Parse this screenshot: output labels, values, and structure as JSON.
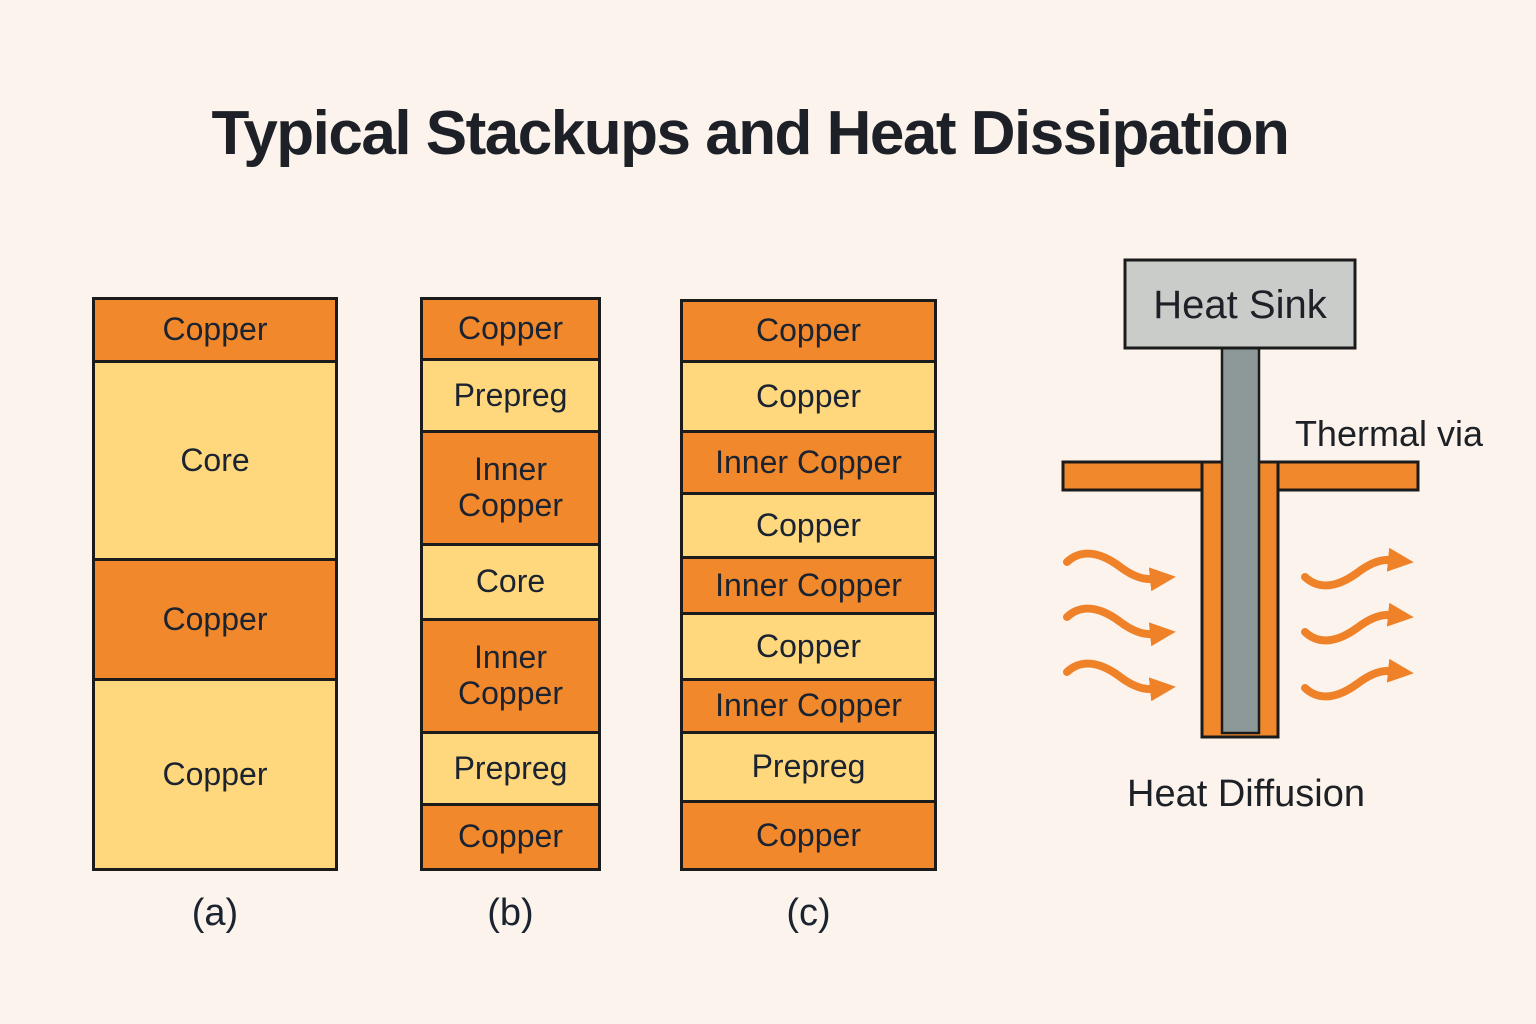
{
  "title": "Typical Stackups and Heat Dissipation",
  "palette": {
    "background": "#FCF4EC",
    "copper_orange": "#F1892C",
    "dielectric_yellow": "#FFD87D",
    "outline_dark": "#1B1B1B",
    "text_dark": "#1D2026",
    "heat_sink_gray": "#C9CCC9",
    "via_stem_gray": "#8D9898",
    "arrow_orange": "#EF8229"
  },
  "stacks": [
    {
      "caption": "(a)",
      "layers": [
        {
          "label": "Copper",
          "tone": "orange"
        },
        {
          "label": "Core",
          "tone": "yellow"
        },
        {
          "label": "Copper",
          "tone": "orange"
        },
        {
          "label": "Copper",
          "tone": "yellow"
        }
      ]
    },
    {
      "caption": "(b)",
      "layers": [
        {
          "label": "Copper",
          "tone": "orange"
        },
        {
          "label": "Prepreg",
          "tone": "yellow"
        },
        {
          "label": "Inner Copper",
          "tone": "orange"
        },
        {
          "label": "Core",
          "tone": "yellow"
        },
        {
          "label": "Inner Copper",
          "tone": "orange"
        },
        {
          "label": "Prepreg",
          "tone": "yellow"
        },
        {
          "label": "Copper",
          "tone": "orange"
        }
      ]
    },
    {
      "caption": "(c)",
      "layers": [
        {
          "label": "Copper",
          "tone": "orange"
        },
        {
          "label": "Copper",
          "tone": "yellow"
        },
        {
          "label": "Inner Copper",
          "tone": "orange"
        },
        {
          "label": "Copper",
          "tone": "yellow"
        },
        {
          "label": "Inner Copper",
          "tone": "orange"
        },
        {
          "label": "Copper",
          "tone": "yellow"
        },
        {
          "label": "Inner Copper",
          "tone": "orange"
        },
        {
          "label": "Prepreg",
          "tone": "yellow"
        },
        {
          "label": "Copper",
          "tone": "orange"
        }
      ]
    }
  ],
  "heat_diagram": {
    "heat_sink_label": "Heat Sink",
    "thermal_via_label": "Thermal via",
    "heat_diffusion_label": "Heat Diffusion",
    "left_arrows": 3,
    "right_arrows": 3
  }
}
